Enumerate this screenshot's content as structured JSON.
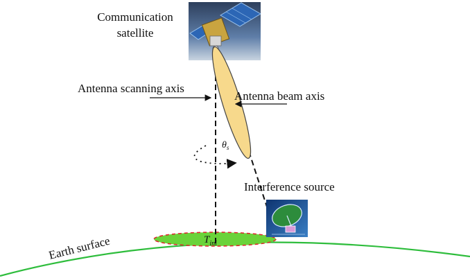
{
  "labels": {
    "satellite_line1": "Communication",
    "satellite_line2": "satellite",
    "scan_axis": "Antenna scanning axis",
    "beam_axis": "Antenna beam axis",
    "interference": "Interference source",
    "earth": "Earth surface",
    "theta": "θ",
    "theta_sub": "s",
    "t_main": "T",
    "t_sub": "ini"
  },
  "colors": {
    "earth_curve": "#2ebd3c",
    "footprint_fill": "#6ad33a",
    "footprint_stroke": "#e0202a",
    "beam_fill": "#f7d98c",
    "beam_stroke": "#444444",
    "dish_bg": "#1b4b8c"
  },
  "icons": {
    "satellite": "communication-satellite-image",
    "dish": "ground-dish-antenna-image"
  }
}
